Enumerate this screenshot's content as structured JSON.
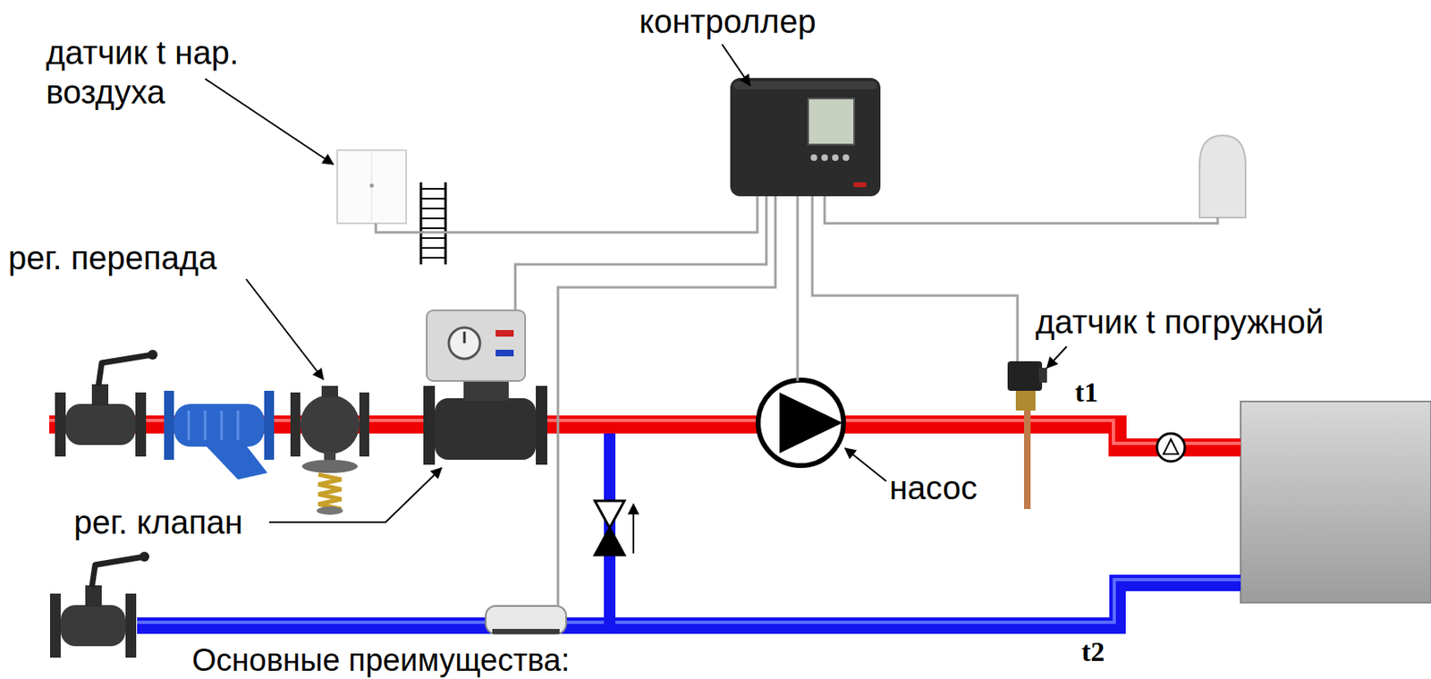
{
  "diagram": {
    "labels": [
      "датчик t нар. воздуха",
      "контроллер",
      "рег. перепада",
      "датчик t погружной",
      "t1",
      "рег. клапан",
      "насос",
      "t2",
      "Основные преимущества:"
    ]
  }
}
